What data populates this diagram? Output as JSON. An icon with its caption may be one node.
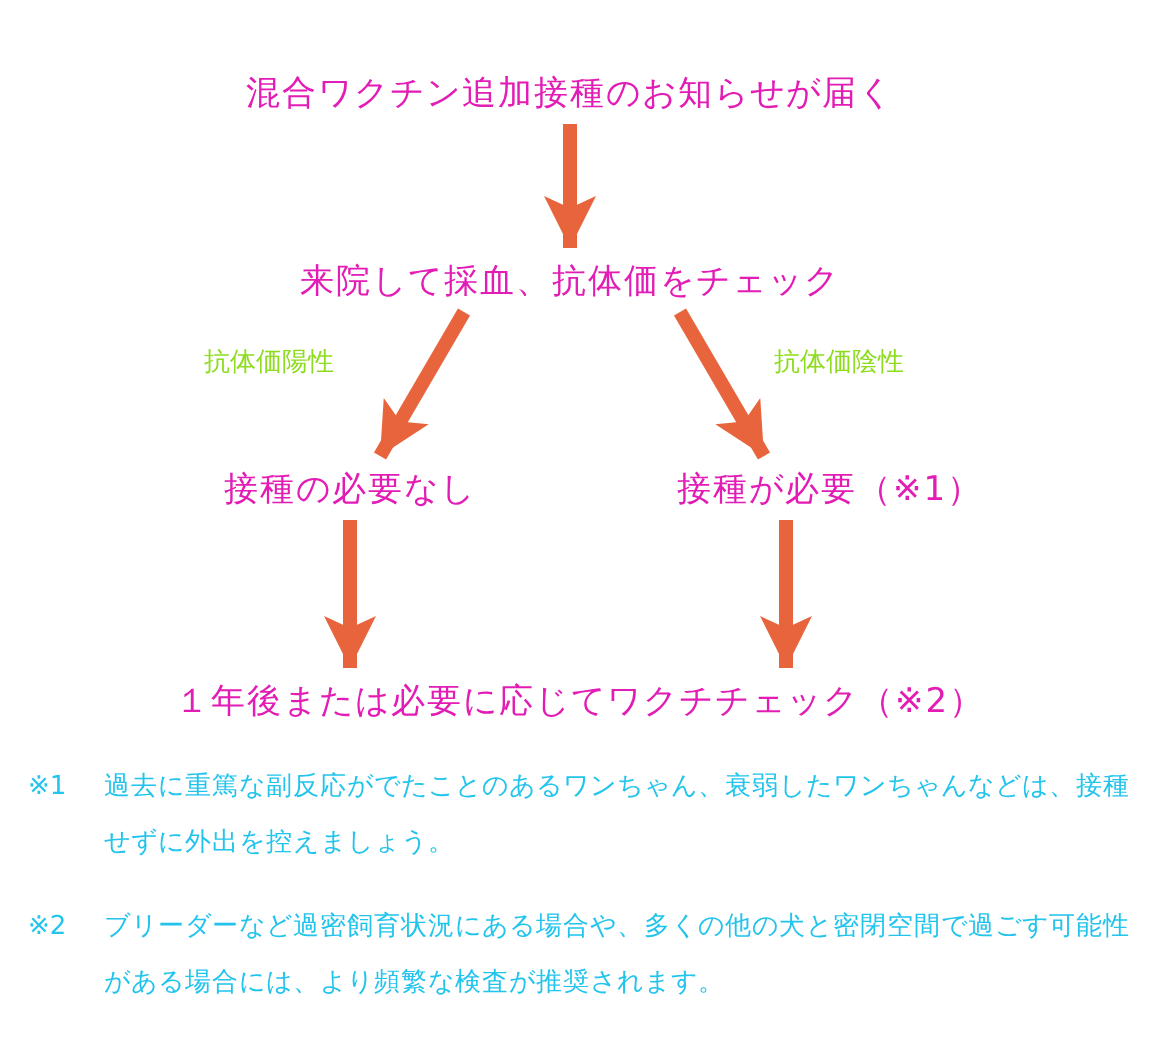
{
  "diagram": {
    "nodes": [
      {
        "text": [
          "混合ワクチン追加接種のお知らせが届く"
        ]
      },
      {
        "text": [
          "来院して採血、抗体価をチェック"
        ]
      },
      {
        "text": [
          "接種の必要なし"
        ]
      },
      {
        "text": [
          "接種が必要（※1）"
        ]
      },
      {
        "text": [
          "１年後または必要に応じてワクチチェック（※2）"
        ]
      }
    ],
    "edges": [
      {
        "from": 0,
        "to": 1,
        "arrow": "to"
      },
      {
        "from": 1,
        "to": 2,
        "arrow": "to",
        "label": "抗体価陽性"
      },
      {
        "from": 1,
        "to": 3,
        "arrow": "to",
        "label": "抗体価陰性"
      },
      {
        "from": 2,
        "to": 4,
        "arrow": "to"
      },
      {
        "from": 3,
        "to": 4,
        "arrow": "to"
      }
    ],
    "labels": [
      "※1",
      "過去に重篤な副反応がでたことのあるワンちゃん、衰弱したワンちゃんなどは、接種せずに外出を控えましょう。",
      "※2",
      "ブリーダーなど過密飼育状況にある場合や、多くの他の犬と密閉空間で過ごす可能性がある場合には、より頻繁な検査が推奨されます。"
    ]
  }
}
